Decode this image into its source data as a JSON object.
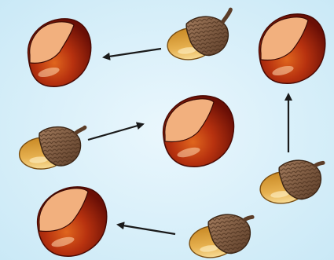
{
  "scene": {
    "background": {
      "center_color": "#eaf7fd",
      "edge_color": "#c8e8f6"
    },
    "colors": {
      "chestnut_shell_dark": "#7a1208",
      "chestnut_shell_mid": "#b8320f",
      "chestnut_shell_light": "#e0661e",
      "chestnut_hilum": "#f2b07e",
      "acorn_cap_dark": "#6b4a33",
      "acorn_cap_light": "#a17a5c",
      "acorn_nut_dark": "#b97a1e",
      "acorn_nut_light": "#f6d27e",
      "arrow": "#1a1a1a"
    },
    "items": [
      {
        "id": "chestnut-top-left",
        "kind": "chestnut"
      },
      {
        "id": "acorn-top-middle",
        "kind": "acorn"
      },
      {
        "id": "chestnut-top-right",
        "kind": "chestnut"
      },
      {
        "id": "acorn-middle-left",
        "kind": "acorn"
      },
      {
        "id": "chestnut-center",
        "kind": "chestnut"
      },
      {
        "id": "acorn-middle-right",
        "kind": "acorn"
      },
      {
        "id": "chestnut-bottom-left",
        "kind": "chestnut"
      },
      {
        "id": "acorn-bottom-middle",
        "kind": "acorn"
      }
    ],
    "arrows": [
      {
        "from": "acorn-top-middle",
        "to": "chestnut-top-left",
        "direction": "left"
      },
      {
        "from": "acorn-middle-left",
        "to": "chestnut-center",
        "direction": "right"
      },
      {
        "from": "acorn-middle-right",
        "to": "chestnut-top-right",
        "direction": "up"
      },
      {
        "from": "acorn-bottom-middle",
        "to": "chestnut-bottom-left",
        "direction": "left"
      }
    ]
  }
}
